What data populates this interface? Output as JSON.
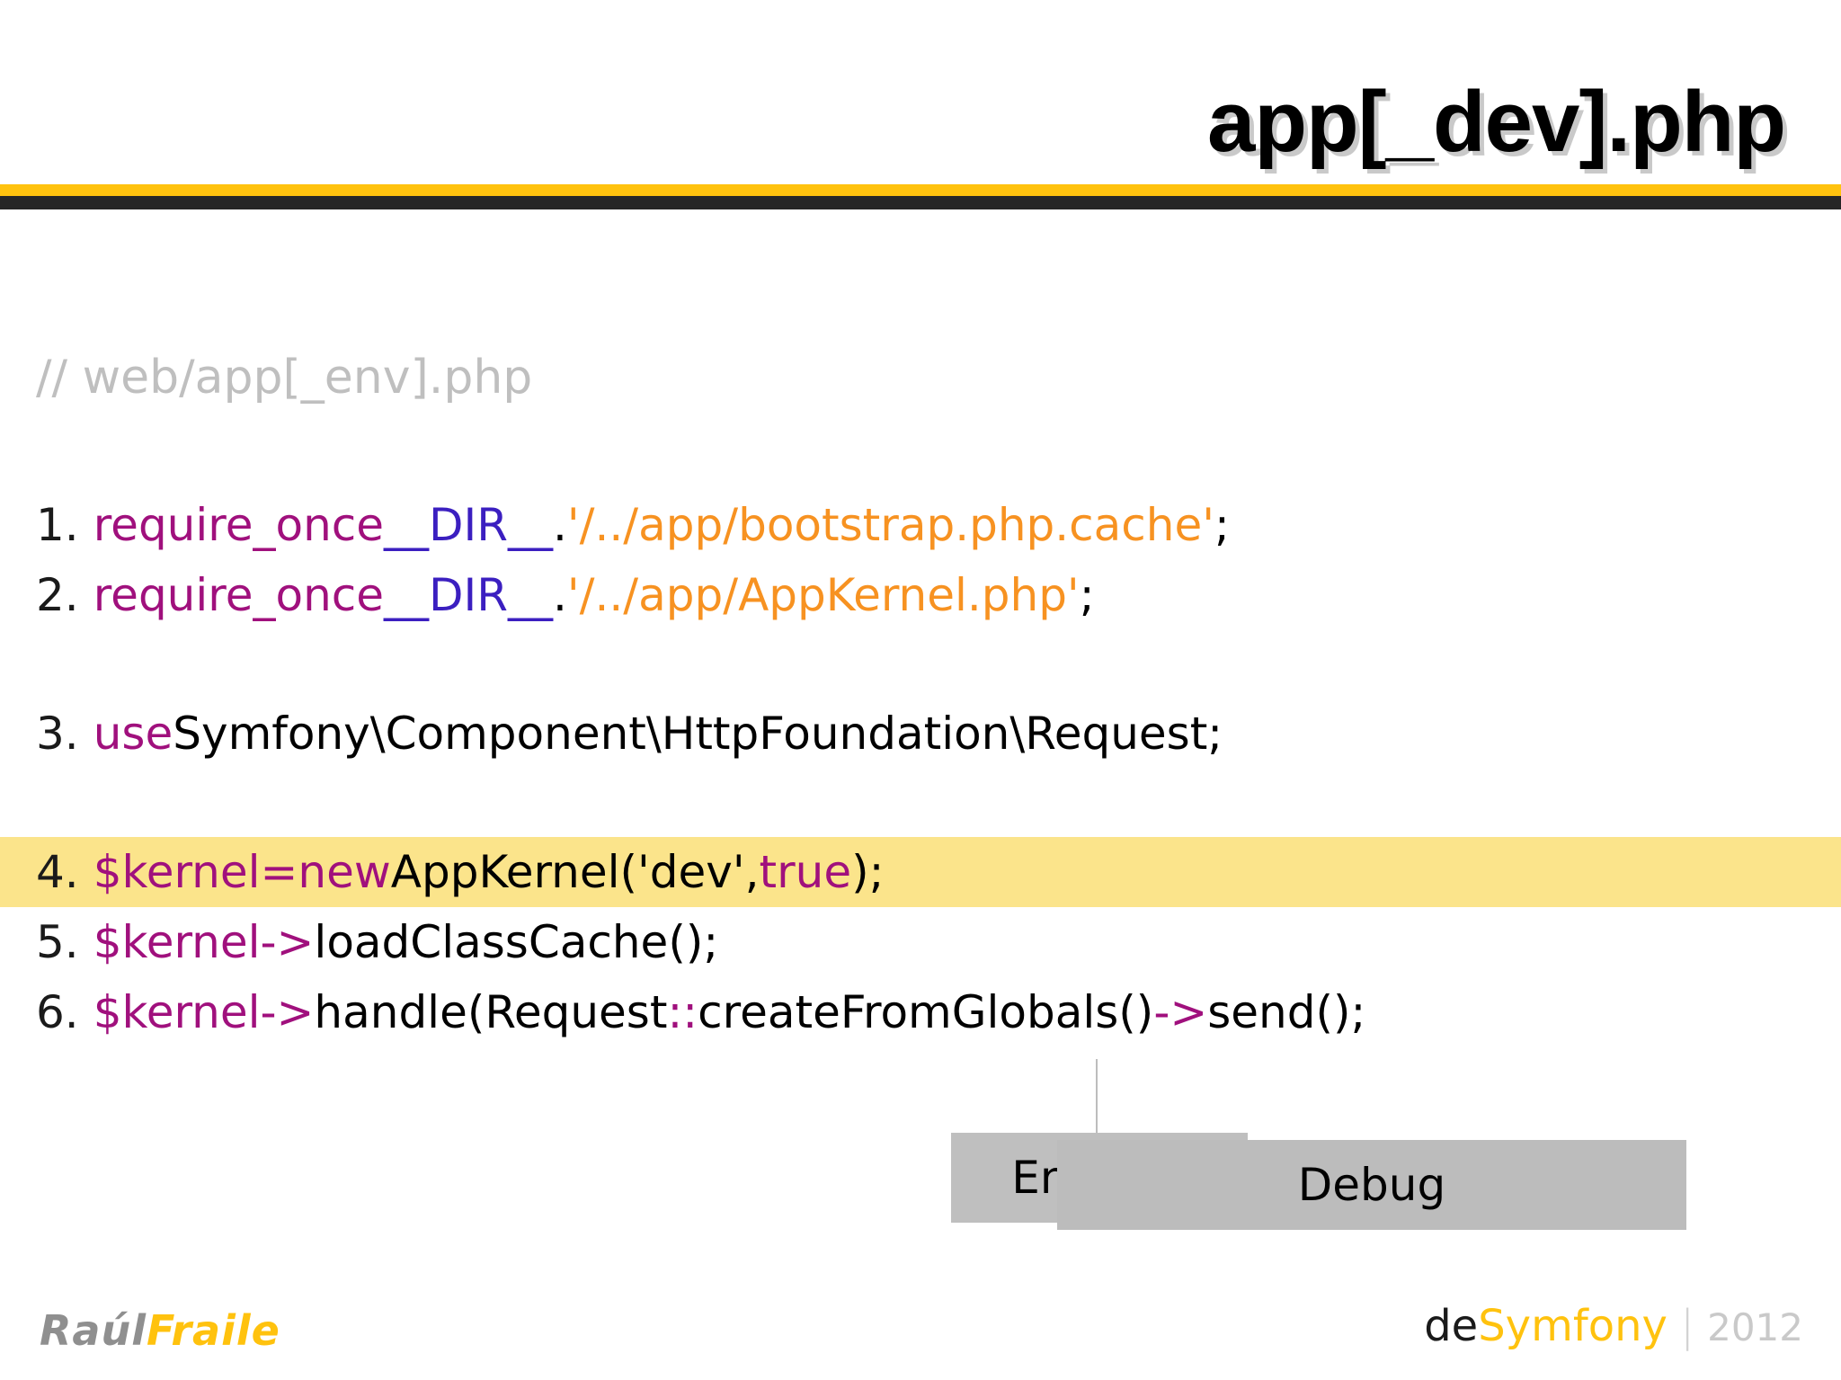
{
  "slide": {
    "title": "app[_dev].php",
    "colors": {
      "rule_gold": "#FFC20E",
      "rule_dark": "#262626",
      "highlight": "#FBE48B",
      "keyword": "#A0107D",
      "string": "#F79221",
      "constant": "#3B1FC0",
      "comment": "#BFBFBF",
      "callout_bg": "#BFBFBF"
    }
  },
  "code": {
    "comment": "// web/app[_env].php",
    "lines": [
      {
        "number": "1.",
        "highlight": false,
        "tokens": [
          {
            "text": "require_once ",
            "type": "kw"
          },
          {
            "text": "__DIR__",
            "type": "dir"
          },
          {
            "text": ".",
            "type": "plain"
          },
          {
            "text": "'/../app/bootstrap.php.cache'",
            "type": "str"
          },
          {
            "text": ";",
            "type": "plain"
          }
        ]
      },
      {
        "number": "2.",
        "highlight": false,
        "tokens": [
          {
            "text": "require_once ",
            "type": "kw"
          },
          {
            "text": "__DIR__",
            "type": "dir"
          },
          {
            "text": ".",
            "type": "plain"
          },
          {
            "text": "'/../app/AppKernel.php'",
            "type": "str"
          },
          {
            "text": ";",
            "type": "plain"
          }
        ]
      },
      {
        "number": "",
        "highlight": false,
        "spacer": true,
        "tokens": []
      },
      {
        "number": "3.",
        "highlight": false,
        "tokens": [
          {
            "text": "use ",
            "type": "kw"
          },
          {
            "text": "Symfony\\Component\\HttpFoundation\\Request;",
            "type": "plain"
          }
        ]
      },
      {
        "number": "",
        "highlight": false,
        "spacer": true,
        "tokens": []
      },
      {
        "number": "4.",
        "highlight": true,
        "tokens": [
          {
            "text": "$kernel",
            "type": "var"
          },
          {
            "text": " = ",
            "type": "kw"
          },
          {
            "text": "new",
            "type": "kw"
          },
          {
            "text": " AppKernel('dev', ",
            "type": "plain"
          },
          {
            "text": "true",
            "type": "kw"
          },
          {
            "text": ");",
            "type": "plain"
          }
        ]
      },
      {
        "number": "5.",
        "highlight": false,
        "tokens": [
          {
            "text": "$kernel->",
            "type": "var"
          },
          {
            "text": "loadClassCache();",
            "type": "plain"
          }
        ]
      },
      {
        "number": "6.",
        "highlight": false,
        "tokens": [
          {
            "text": "$kernel->",
            "type": "var"
          },
          {
            "text": "handle(Request",
            "type": "plain"
          },
          {
            "text": "::",
            "type": "kw"
          },
          {
            "text": "createFromGlobals()",
            "type": "plain"
          },
          {
            "text": "->",
            "type": "kw"
          },
          {
            "text": "send();",
            "type": "plain"
          }
        ]
      }
    ]
  },
  "callouts": {
    "environment": "Entorno",
    "debug": "Debug"
  },
  "footer": {
    "author_first": "Raúl",
    "author_last": "Fraile",
    "brand_prefix": "de",
    "brand_name": "Symfony",
    "separator": "|",
    "year": "2012"
  }
}
